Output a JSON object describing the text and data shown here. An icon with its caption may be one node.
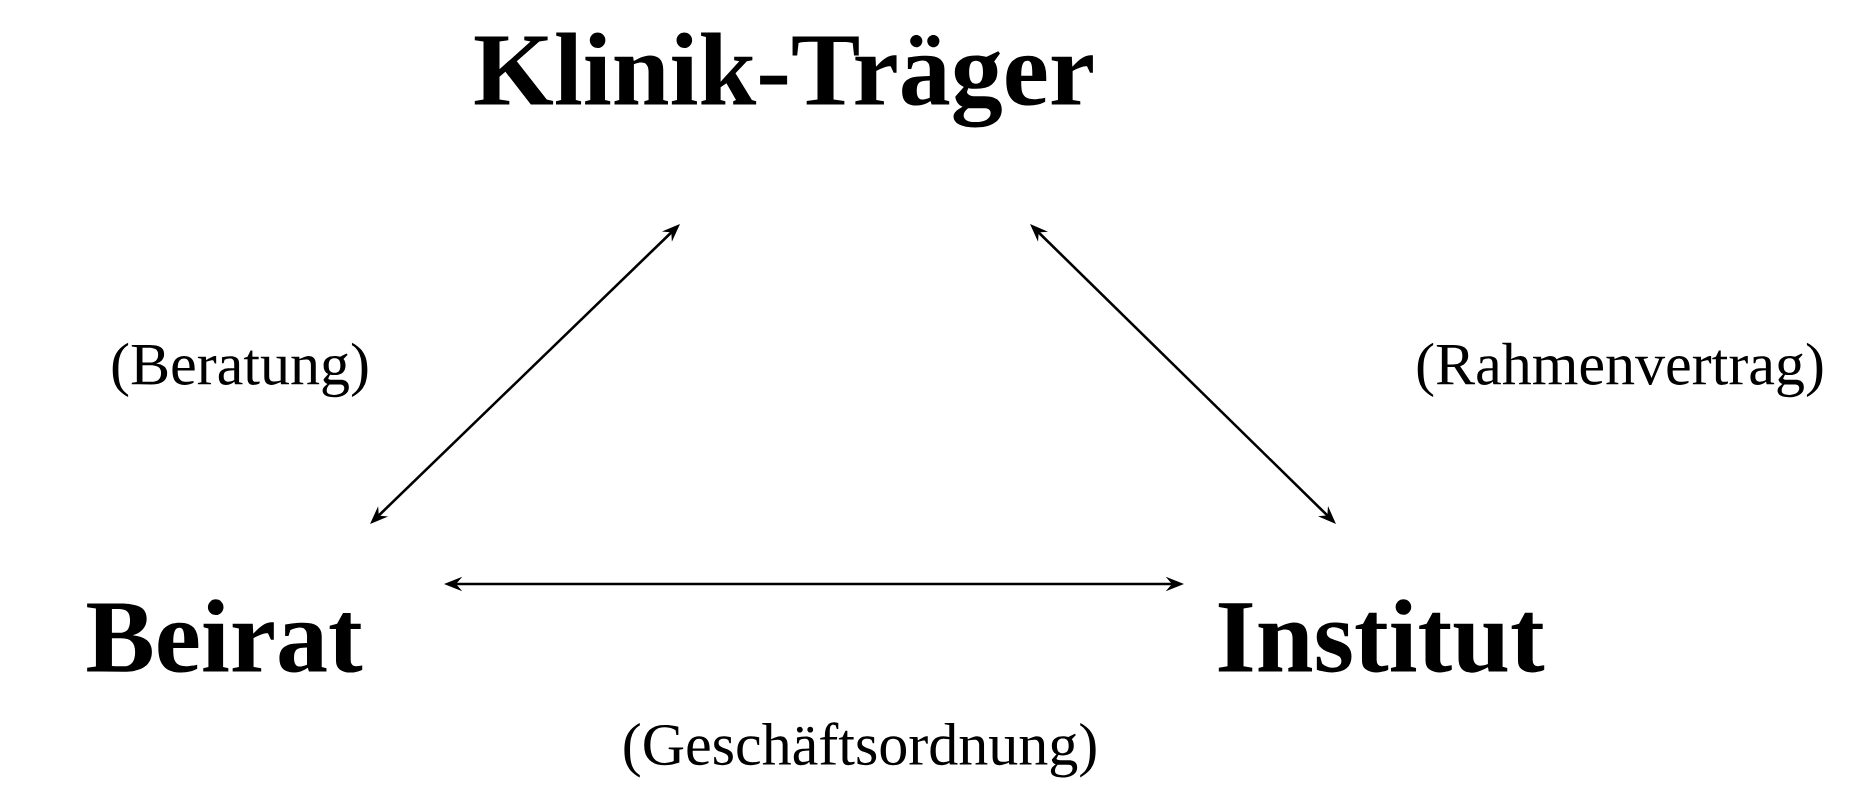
{
  "diagram": {
    "nodes": [
      {
        "text": [
          "Klinik-Träger"
        ]
      },
      {
        "text": [
          "Beirat"
        ]
      },
      {
        "text": [
          "Institut"
        ]
      }
    ],
    "edges": [
      {
        "from": 1,
        "to": 0,
        "arrow": "both",
        "label": "(Beratung)"
      },
      {
        "from": 0,
        "to": 2,
        "arrow": "both",
        "label": "(Rahmenvertrag)"
      },
      {
        "from": 1,
        "to": 2,
        "arrow": "both",
        "label": "(Geschäftsordnung)"
      }
    ]
  }
}
